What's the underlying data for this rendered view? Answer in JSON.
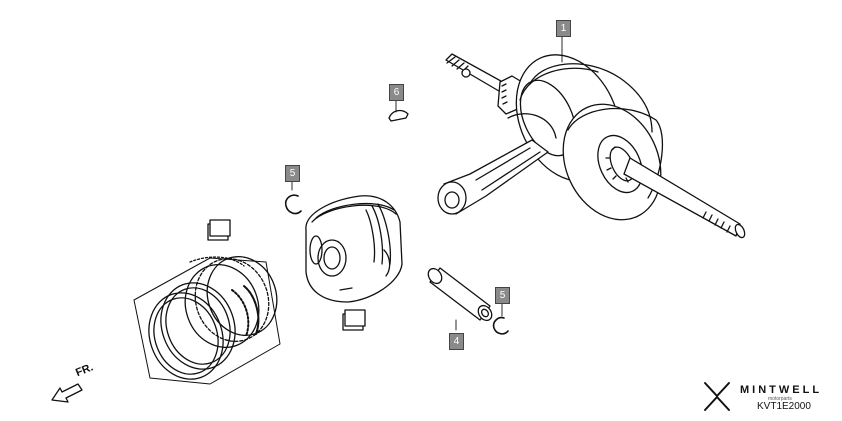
{
  "callouts": [
    {
      "id": "crankshaft",
      "label": "1"
    },
    {
      "id": "piston_pin",
      "label": "4"
    },
    {
      "id": "clip_left",
      "label": "5"
    },
    {
      "id": "clip_right",
      "label": "5"
    },
    {
      "id": "key",
      "label": "6"
    }
  ],
  "direction_label": "FR.",
  "brand": {
    "name": "MINTWELL",
    "tagline": "motorparts"
  },
  "diagram_code": "KVT1E2000"
}
